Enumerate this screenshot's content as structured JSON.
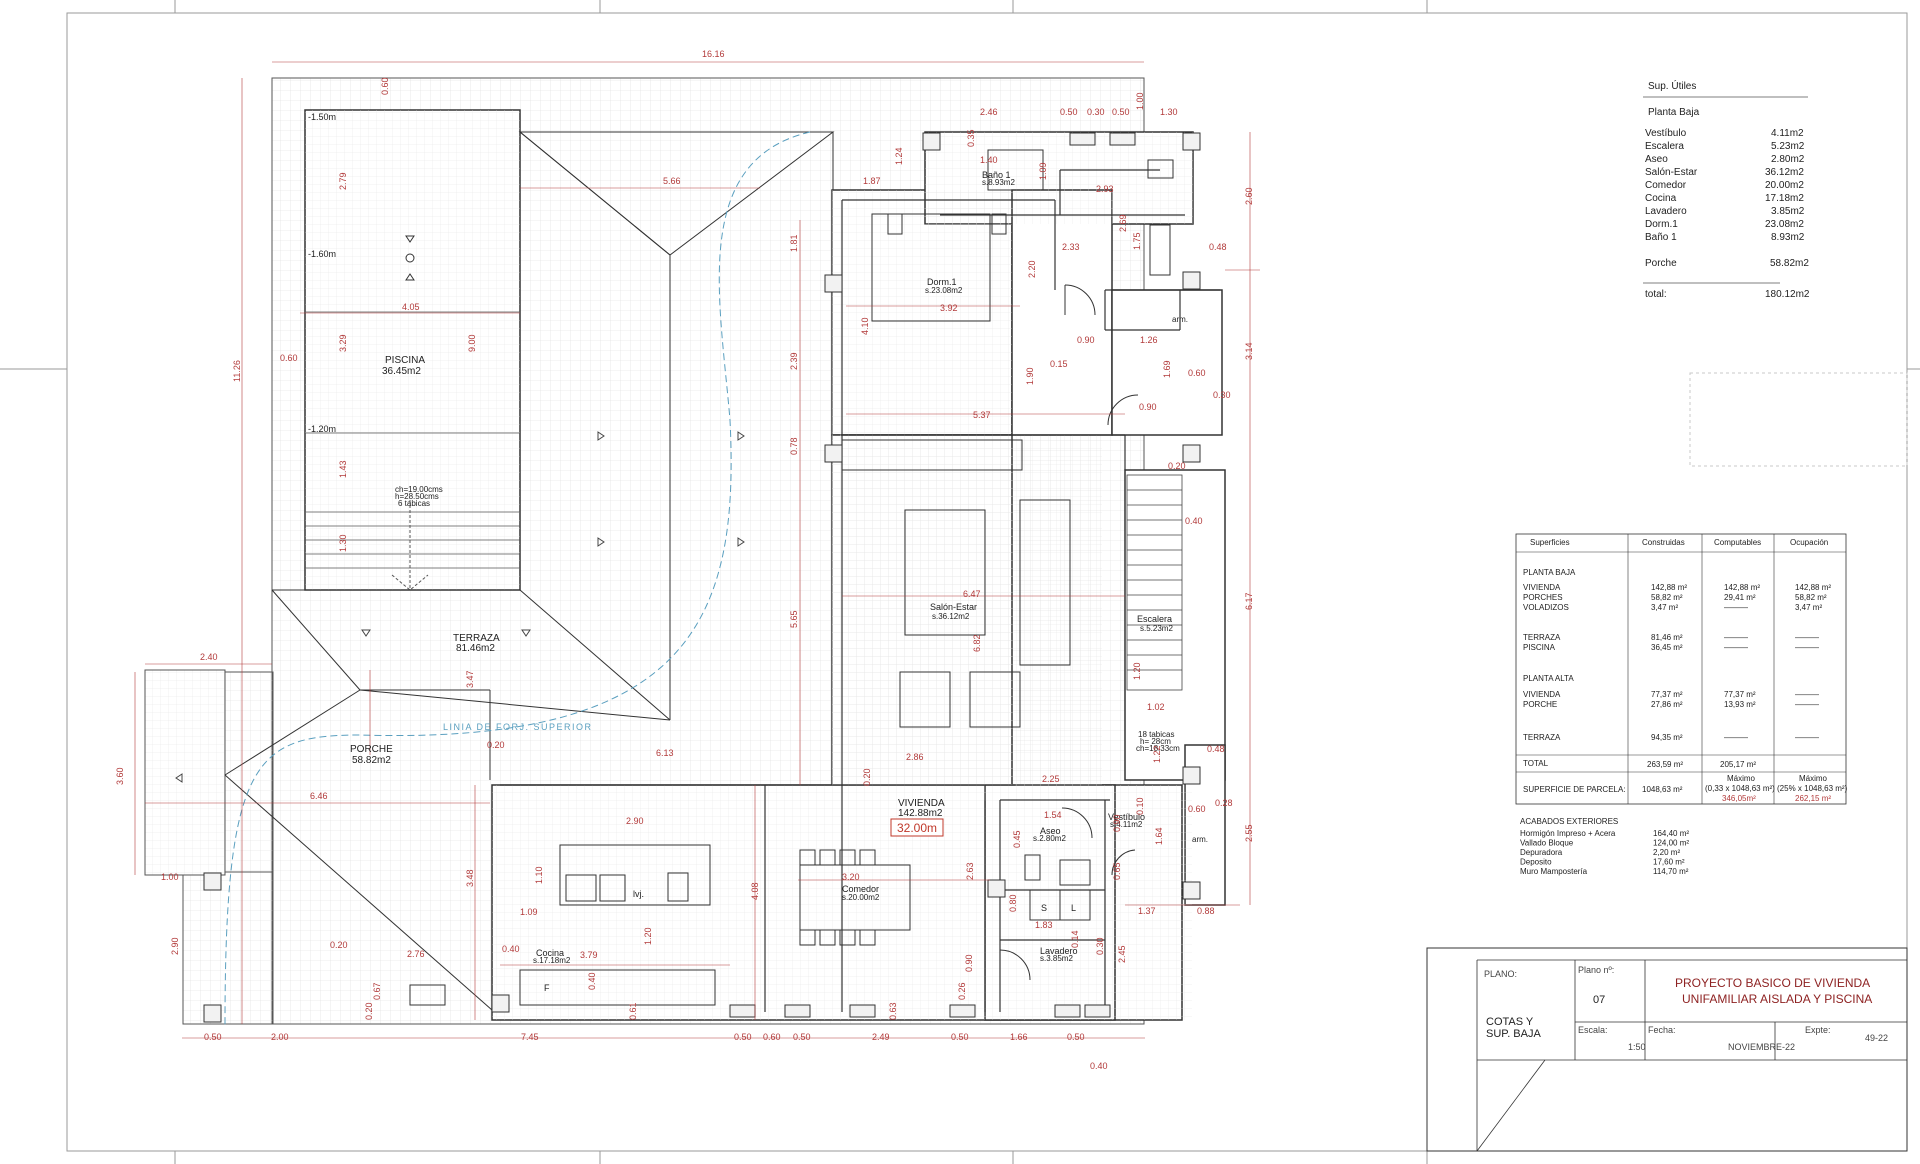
{
  "plan": {
    "overall_width": "16.16",
    "rooms": {
      "piscina": {
        "name": "PISCINA",
        "area": "36.45m2"
      },
      "terraza": {
        "name": "TERRAZA",
        "area": "81.46m2"
      },
      "porche": {
        "name": "PORCHE",
        "area": "58.82m2"
      },
      "dorm1": {
        "name": "Dorm.1",
        "area": "s.23.08m2"
      },
      "bano1": {
        "name": "Baño 1",
        "area": "s.8.93m2"
      },
      "salon": {
        "name": "Salón-Estar",
        "area": "s.36.12m2"
      },
      "escalera": {
        "name": "Escalera",
        "area": "s.5.23m2"
      },
      "aseo": {
        "name": "Aseo",
        "area": "s.2.80m2"
      },
      "vestibulo": {
        "name": "Vestíbulo",
        "area": "s.4.11m2"
      },
      "comedor": {
        "name": "Comedor",
        "area": "s.20.00m2"
      },
      "cocina": {
        "name": "Cocina",
        "area": "s.17.18m2"
      },
      "lavadero": {
        "name": "Lavadero",
        "area": "s.3.85m2"
      },
      "arm1": "arm.",
      "arm2": "arm."
    },
    "vivienda": {
      "name": "VIVIENDA",
      "area": "142.88m2",
      "highlight": "32.00m"
    },
    "levels": {
      "l1": "-1.50m",
      "l2": "-1.60m",
      "l3": "-1.20m"
    },
    "forjado_label": "LINIA DE FORJ. SUPERIOR",
    "stair_note_pool": [
      "ch=19.00cms",
      "h=28.50cms",
      "6 tabicas"
    ],
    "stair_note_house": [
      "18 tabicas",
      "h= 28cm",
      "ch=18.33cm"
    ],
    "fixtures": {
      "lvj": "lvj.",
      "s": "S",
      "l": "L",
      "f": "F"
    },
    "dims": {
      "d246": "2.46",
      "d050a": "0.50",
      "d030a": "0.30",
      "d050b": "0.50",
      "d100": "1.00",
      "d130": "1.30",
      "d060top": "0.60",
      "d279": "2.79",
      "d566": "5.66",
      "d187": "1.87",
      "d140": "1.40",
      "d124": "1.24",
      "d035": "0.35",
      "d109": "1.09",
      "d293": "2.93",
      "d260": "2.60",
      "d181": "1.81",
      "d269": "2.69",
      "d233": "2.33",
      "d175": "1.75",
      "d048a": "0.48",
      "d220": "2.20",
      "d392": "3.92",
      "d410": "4.10",
      "d405": "4.05",
      "d329": "3.29",
      "d900": "9.00",
      "d060left": "0.60",
      "d1126": "11.26",
      "d090a": "0.90",
      "d126": "1.26",
      "d015": "0.15",
      "d314": "3.14",
      "d239": "2.39",
      "d190": "1.90",
      "d169": "1.69",
      "d060b": "0.60",
      "d030b": "0.30",
      "d537": "5.37",
      "d090b": "0.90",
      "d143": "1.43",
      "d078": "0.78",
      "d020a": "0.20",
      "d130b": "1.30",
      "d040a": "0.40",
      "d565": "5.65",
      "d647": "6.47",
      "d617": "6.17",
      "d682": "6.82",
      "d347": "3.47",
      "d240": "2.40",
      "d120top": "1.20",
      "d102": "1.02",
      "d613": "6.13",
      "d020b": "0.20",
      "d286": "2.86",
      "d048b": "0.48",
      "d122": "1.22",
      "d020c": "0.20",
      "d360": "3.60",
      "d646": "6.46",
      "d225": "2.25",
      "d028": "0.28",
      "d010": "0.10",
      "d290": "2.90",
      "d154": "1.54",
      "d060c": "0.60",
      "d255": "2.55",
      "d110": "1.10",
      "d045": "0.45",
      "d090c": "0.90",
      "d164": "1.64",
      "d100b": "1.00",
      "d348": "3.48",
      "d320": "3.20",
      "d263": "2.63",
      "d065": "0.65",
      "d109b": "1.09",
      "d408": "4.08",
      "d080": "0.80",
      "d137": "1.37",
      "d088": "0.88",
      "d290b": "2.90",
      "d183": "1.83",
      "d014": "0.14",
      "d020d": "0.20",
      "d040b": "0.40",
      "d379": "3.79",
      "d120b": "1.20",
      "d030c": "0.30",
      "d245": "2.45",
      "d276": "2.76",
      "d067": "0.67",
      "d040c": "0.40",
      "d061": "0.61",
      "d063": "0.63",
      "d026": "0.26",
      "d020e": "0.20",
      "d090d": "0.90",
      "b050a": "0.50",
      "b200": "2.00",
      "b745": "7.45",
      "b050b": "0.50",
      "b060": "0.60",
      "b050c": "0.50",
      "b249": "2.49",
      "b050d": "0.50",
      "b166": "1.66",
      "b050e": "0.50",
      "b040": "0.40"
    }
  },
  "areas_list": {
    "title": "Sup. Útiles",
    "subtitle": "Planta Baja",
    "rows": [
      {
        "name": "Vestíbulo",
        "value": "4.11m2"
      },
      {
        "name": "Escalera",
        "value": "5.23m2"
      },
      {
        "name": "Aseo",
        "value": "2.80m2"
      },
      {
        "name": "Salón-Estar",
        "value": "36.12m2"
      },
      {
        "name": "Comedor",
        "value": "20.00m2"
      },
      {
        "name": "Cocina",
        "value": "17.18m2"
      },
      {
        "name": "Lavadero",
        "value": "3.85m2"
      },
      {
        "name": "Dorm.1",
        "value": "23.08m2"
      },
      {
        "name": "Baño 1",
        "value": "8.93m2"
      }
    ],
    "porche": {
      "name": "Porche",
      "value": "58.82m2"
    },
    "total": {
      "name": "total:",
      "value": "180.12m2"
    }
  },
  "surfaces": {
    "headers": [
      "Superficies",
      "Construidas",
      "Computables",
      "Ocupación"
    ],
    "planta_baja": "PLANTA BAJA",
    "pb_rows": [
      [
        "VIVIENDA",
        "142,88 m²",
        "142,88 m²",
        "142,88 m²"
      ],
      [
        "PORCHES",
        "58,82 m²",
        "29,41 m²",
        "58,82 m²"
      ],
      [
        "VOLADIZOS",
        "3,47 m²",
        "———",
        "3,47 m²"
      ]
    ],
    "pb_rows2": [
      [
        "TERRAZA",
        "81,46 m²",
        "———",
        "———"
      ],
      [
        "PISCINA",
        "36,45 m²",
        "———",
        "———"
      ]
    ],
    "planta_alta": "PLANTA ALTA",
    "pa_rows": [
      [
        "VIVIENDA",
        "77,37 m²",
        "77,37 m²",
        "———"
      ],
      [
        "PORCHE",
        "27,86 m²",
        "13,93 m²",
        "———"
      ]
    ],
    "pa_terraza": [
      "TERRAZA",
      "94,35 m²",
      "———",
      "———"
    ],
    "total": [
      "TOTAL",
      "263,59 m²",
      "205,17 m²"
    ],
    "parcela_label": "SUPERFICIE DE PARCELA:",
    "parcela_value": "1048,63 m²",
    "max1": [
      "Máximo",
      "(0,33 x 1048,63 m²)",
      "346,05m²"
    ],
    "max2": [
      "Máximo",
      "(25% x 1048,63 m²)",
      "262,15 m²"
    ]
  },
  "finishes": {
    "title": "ACABADOS EXTERIORES",
    "rows": [
      [
        "Hormigón Impreso + Acera",
        "164,40 m²"
      ],
      [
        "Vallado Bloque",
        "124,00 m²"
      ],
      [
        "Depuradora",
        "2,20 m²"
      ],
      [
        "Deposito",
        "17,60 m²"
      ],
      [
        "Muro Mampostería",
        "114,70 m²"
      ]
    ]
  },
  "title_block": {
    "plano_label": "PLANO:",
    "plano_value": "COTAS Y\nSUP. BAJA",
    "plano_value_1": "COTAS Y",
    "plano_value_2": "SUP. BAJA",
    "plano_n_label": "Plano nº:",
    "plano_n": "07",
    "project_1": "PROYECTO BASICO DE VIVIENDA",
    "project_2": "UNIFAMILIAR AISLADA Y PISCINA",
    "escala_label": "Escala:",
    "escala": "1:50",
    "fecha_label": "Fecha:",
    "fecha": "NOVIEMBRE-22",
    "expte_label": "Expte:",
    "expte": "49-22"
  },
  "colors": {
    "dimension": "#b23a3a",
    "line": "#333333",
    "grid": "#d9d9d9",
    "forjado": "#5a9fbf",
    "highlight": "#c0392b"
  }
}
